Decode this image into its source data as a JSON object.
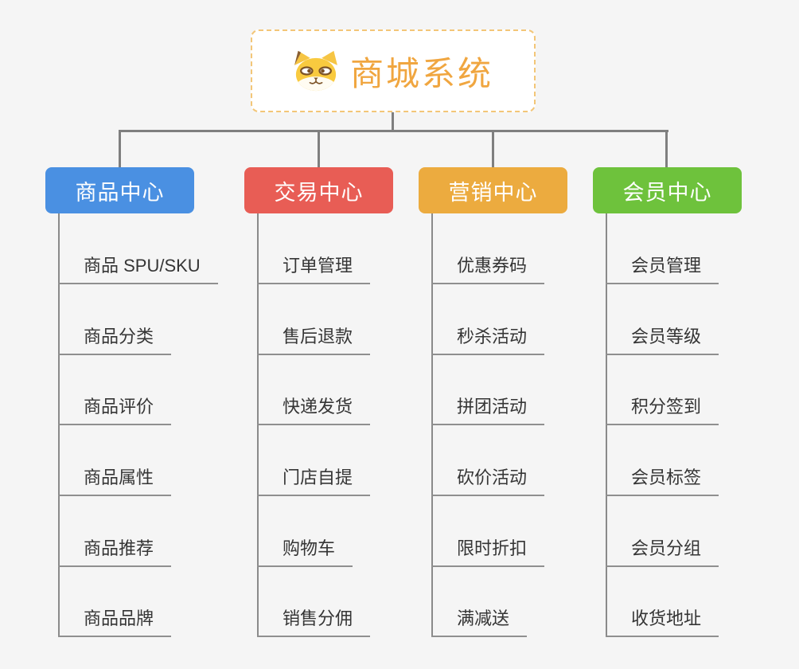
{
  "canvas": {
    "background": "#f5f5f5",
    "connector_color": "#7f7f7f",
    "line_color": "#8a8a8a"
  },
  "root": {
    "title": "商城系统",
    "icon": "shiba-dog-icon",
    "title_color": "#f0a640",
    "border_color": "#f3c678"
  },
  "branches": [
    {
      "label": "商品中心",
      "color": "#4a90e2",
      "items": [
        "商品 SPU/SKU",
        "商品分类",
        "商品评价",
        "商品属性",
        "商品推荐",
        "商品品牌"
      ]
    },
    {
      "label": "交易中心",
      "color": "#e85d55",
      "items": [
        "订单管理",
        "售后退款",
        "快递发货",
        "门店自提",
        "购物车",
        "销售分佣"
      ]
    },
    {
      "label": "营销中心",
      "color": "#ecab3f",
      "items": [
        "优惠券码",
        "秒杀活动",
        "拼团活动",
        "砍价活动",
        "限时折扣",
        "满减送"
      ]
    },
    {
      "label": "会员中心",
      "color": "#6ec23c",
      "items": [
        "会员管理",
        "会员等级",
        "积分签到",
        "会员标签",
        "会员分组",
        "收货地址"
      ]
    }
  ]
}
